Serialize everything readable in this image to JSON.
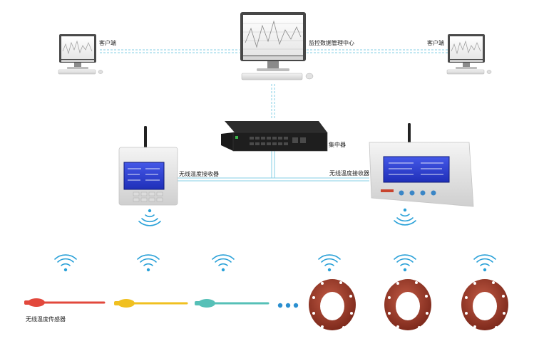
{
  "labels": {
    "client_left": "客户端",
    "center": "监控数据管理中心",
    "client_right": "客户端",
    "concentrator": "集中器",
    "receiver_left": "无线温度接收器",
    "receiver_right": "无线温度接收器",
    "sensor": "无线温度传感器"
  },
  "colors": {
    "link_line": "#86cfe6",
    "wifi": "#2aa1d8",
    "sensor_red": "#e2483c",
    "sensor_yellow": "#f0c020",
    "sensor_teal": "#56c0b7",
    "ring": "#9c3a2a",
    "lcd": "#2b3ed8",
    "dots": "#2a8fd0"
  }
}
